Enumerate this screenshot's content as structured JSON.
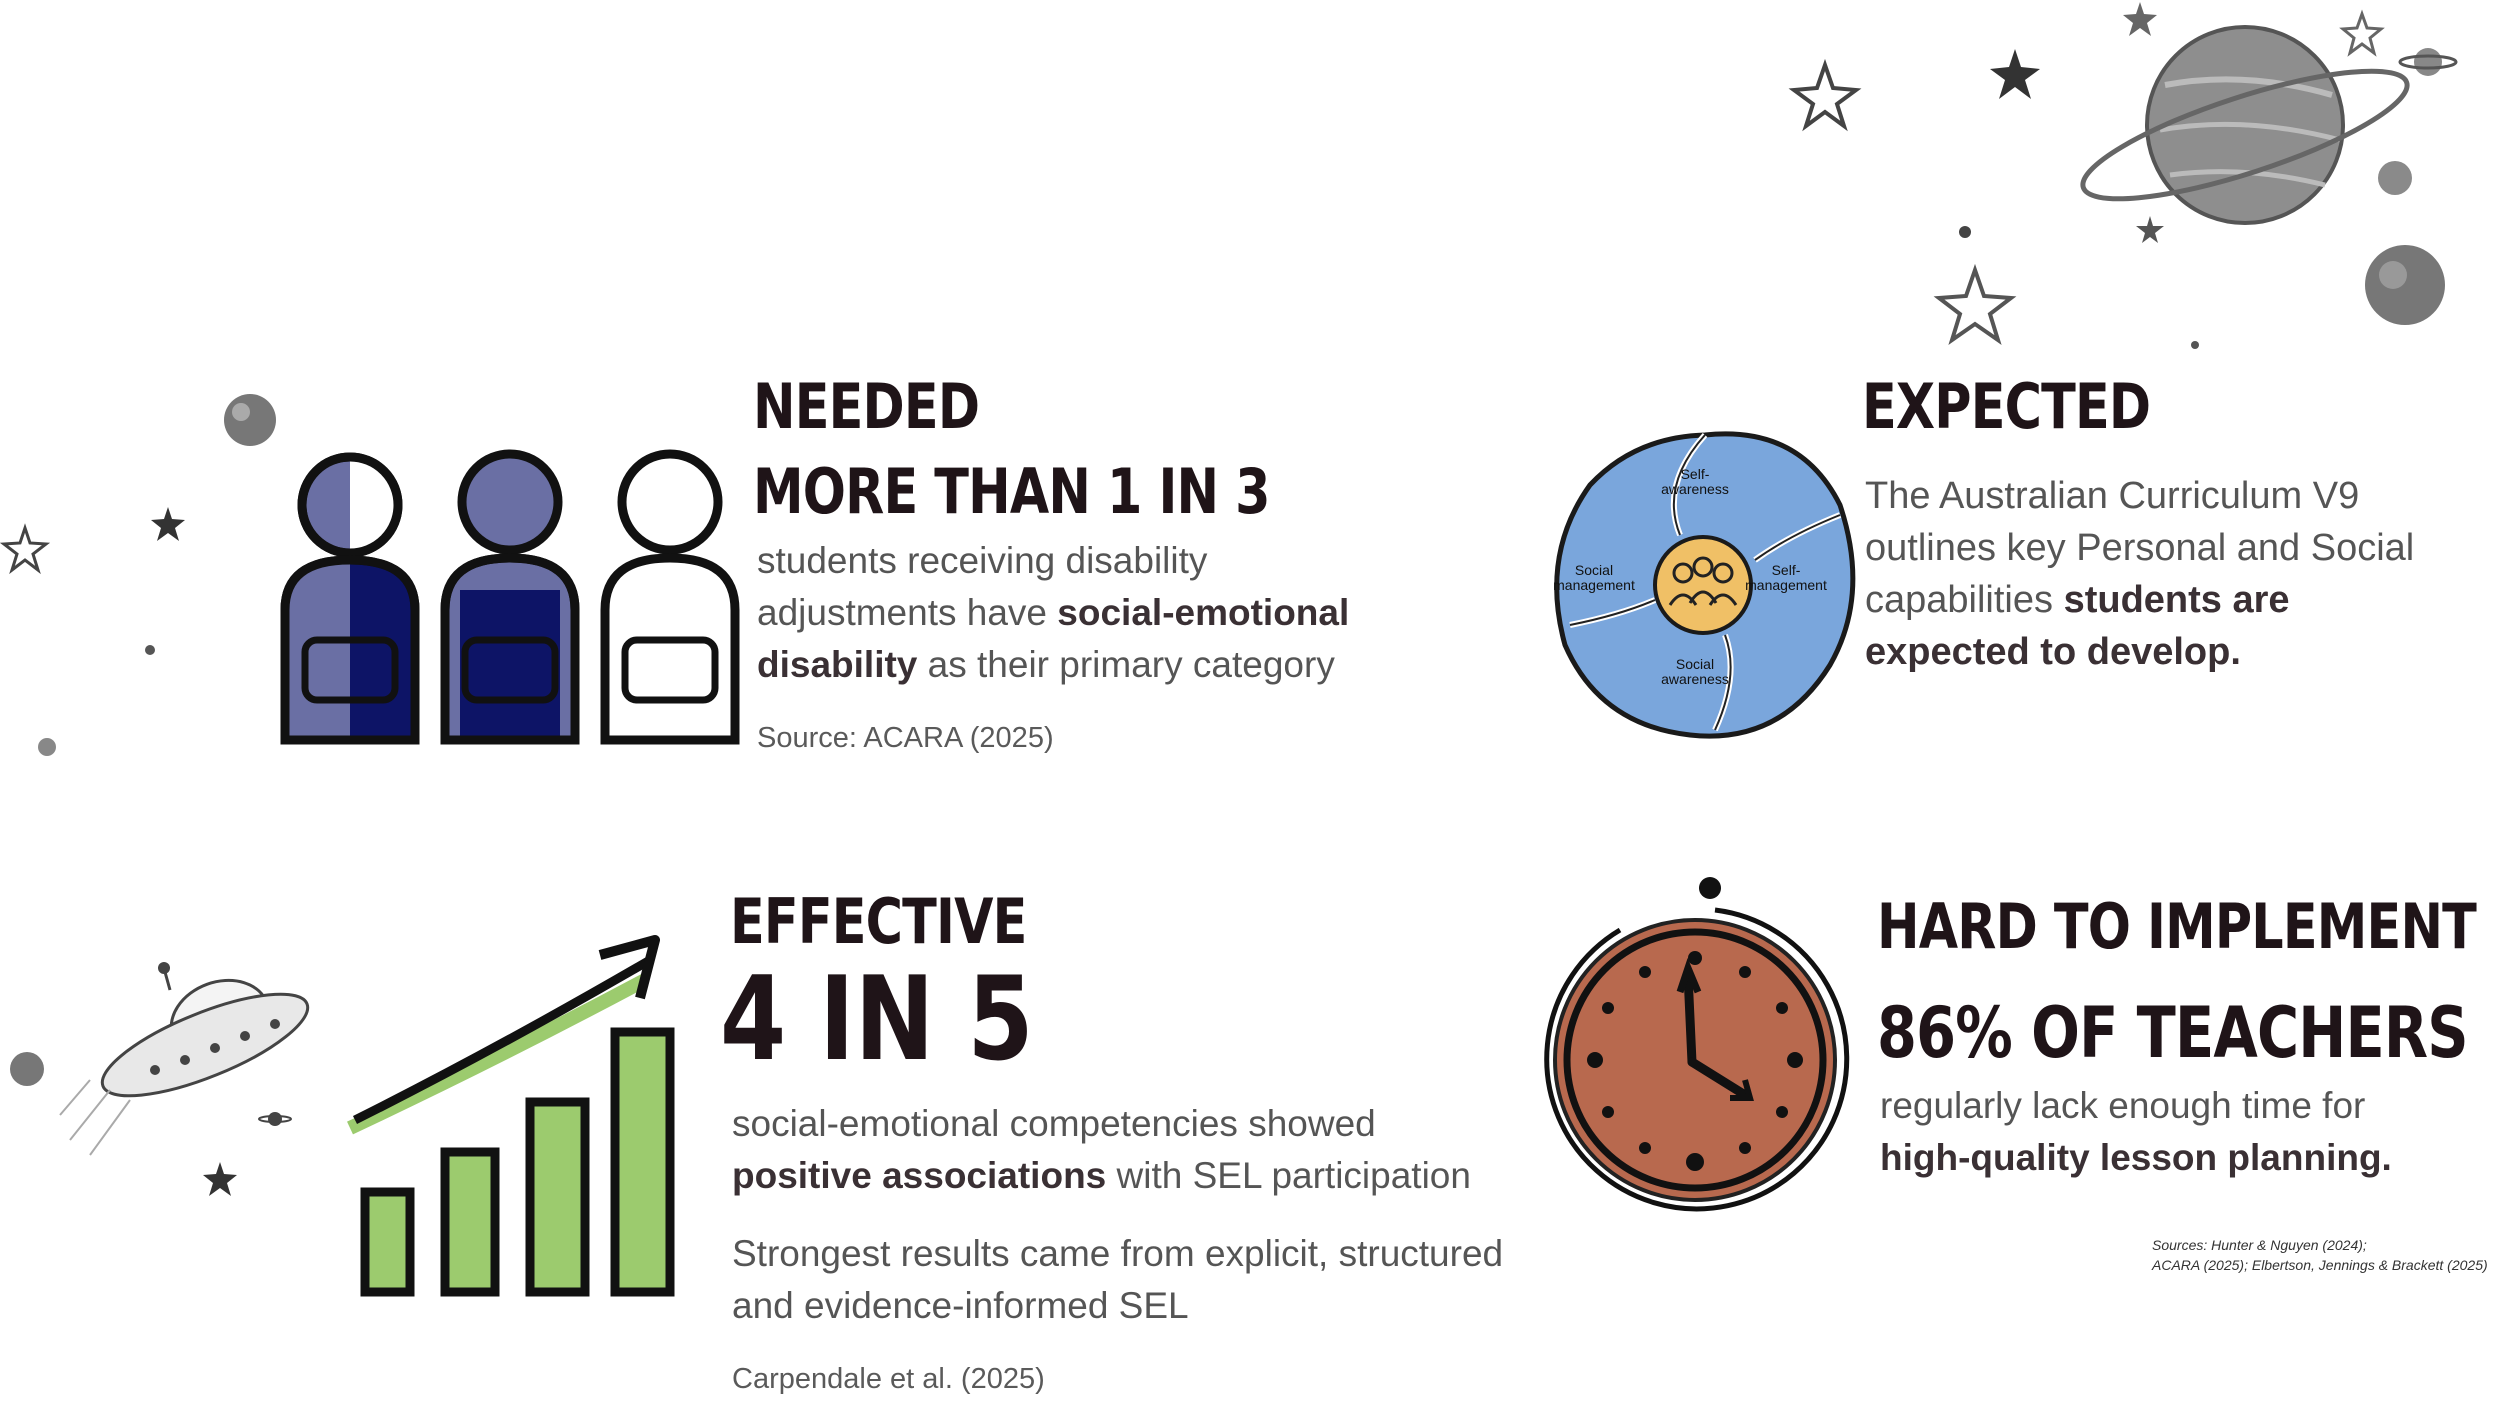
{
  "cards": {
    "needed": {
      "title": "NEEDED",
      "stat": "MORE THAN 1 IN 3",
      "text_line1": "students receiving disability",
      "text_line2_plain": "adjustments have ",
      "text_line2_bold": "social-emotional",
      "text_line3_bold": "disability",
      "text_line3_plain": " as their primary category",
      "source": "Source: ACARA (2025)"
    },
    "expected": {
      "title": "EXPECTED",
      "text_line1": "The Australian Curriculum V9",
      "text_line2": "outlines key Personal and Social",
      "text_line3_plain": "capabilities ",
      "text_line3_bold": "students are",
      "text_line4_bold": "expected to develop.",
      "wheel_labels": {
        "top": "Self-awareness",
        "right": "Self-management",
        "bottom": "Social awareness",
        "left": "Social management"
      }
    },
    "effective": {
      "title": "EFFECTIVE",
      "stat": "4 IN 5",
      "text_line1": "social-emotional competencies showed",
      "text_line2_bold": "positive associations",
      "text_line2_plain": " with SEL participation",
      "text_line3": "Strongest results came from explicit, structured",
      "text_line4": "and evidence-informed SEL",
      "source": "Carpendale et al. (2025)"
    },
    "hard": {
      "title": "HARD TO IMPLEMENT",
      "stat": "86% OF TEACHERS",
      "text_line1": "regularly lack enough time for",
      "text_line2_bold": "high-quality lesson planning.",
      "sources_line1": "Sources: Hunter & Nguyen (2024);",
      "sources_line2": "ACARA (2025); Elbertson, Jennings & Brackett (2025)"
    }
  },
  "colors": {
    "heading": "#1f1418",
    "navy": "#0d1466",
    "slate": "#6a6fa4",
    "wheel_blue": "#7aa6dc",
    "wheel_center": "#f0c066",
    "bar_green": "#9ccb6e",
    "clock_face": "#b8694e"
  },
  "icons": [
    "backpack-students-icon",
    "sel-wheel-icon",
    "growth-chart-icon",
    "clock-icon",
    "planet-icon",
    "ufo-icon",
    "star-icon"
  ]
}
